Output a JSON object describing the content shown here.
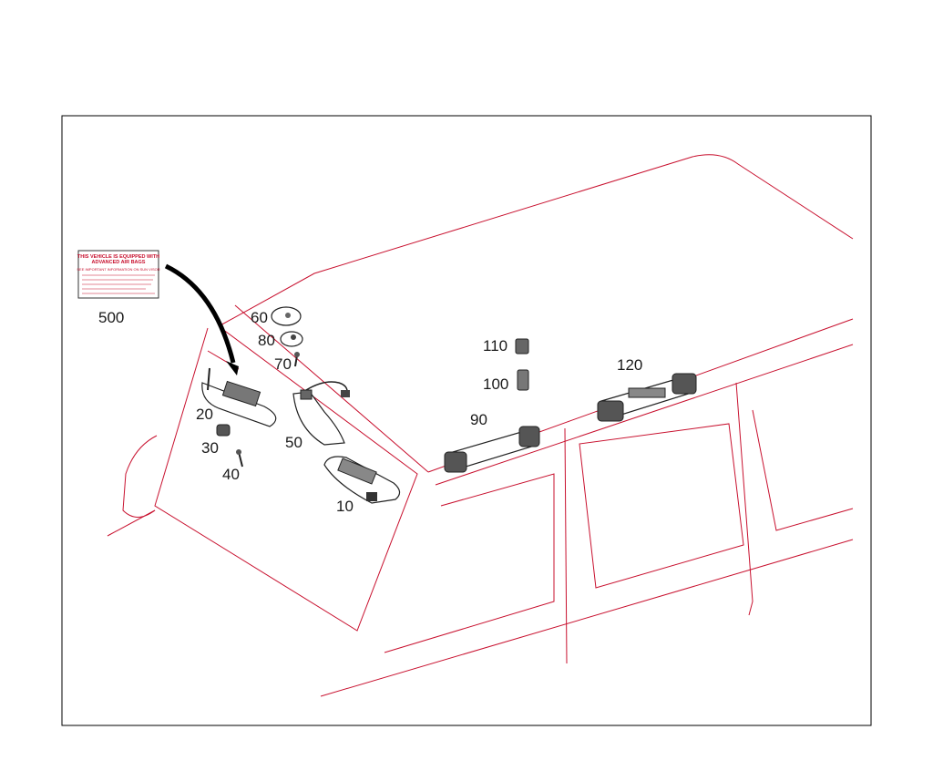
{
  "callouts": {
    "c500": "500",
    "c60": "60",
    "c80": "80",
    "c70": "70",
    "c20": "20",
    "c30": "30",
    "c40": "40",
    "c50": "50",
    "c10": "10",
    "c110": "110",
    "c100": "100",
    "c90": "90",
    "c120": "120"
  },
  "warning_label": {
    "title_line1": "THIS VEHICLE IS EQUIPPED WITH",
    "title_line2": "ADVANCED AIR BAGS",
    "subtitle": "SEE IMPORTANT INFORMATION ON SUN VISOR"
  },
  "colors": {
    "outline": "#c8102e",
    "parts": "#222222",
    "frame": "#000000"
  }
}
